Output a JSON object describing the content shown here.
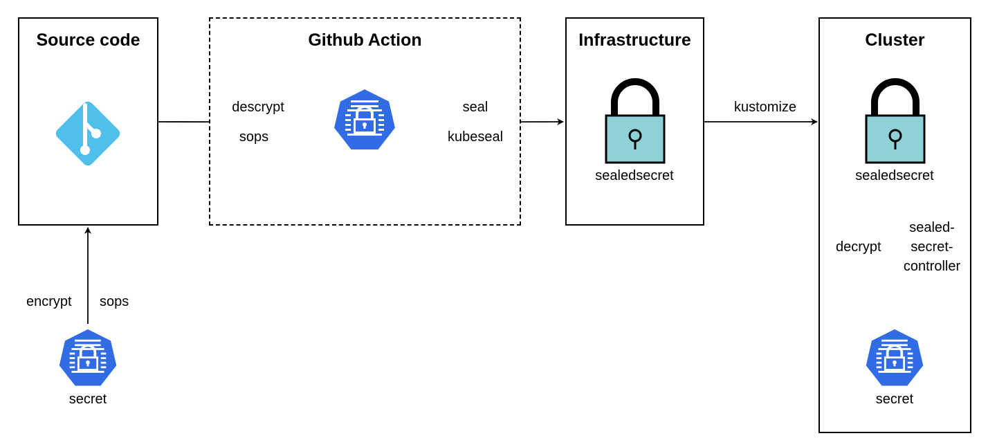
{
  "boxes": {
    "source_code": {
      "title": "Source code"
    },
    "github_action": {
      "title": "Github Action"
    },
    "infrastructure": {
      "title": "Infrastructure",
      "icon_label": "sealedsecret"
    },
    "cluster": {
      "title": "Cluster",
      "icon_label": "sealedsecret"
    }
  },
  "edges": {
    "source_to_action": {
      "top": "descrypt",
      "bottom": "sops"
    },
    "action_to_infra": {
      "top": "seal",
      "bottom": "kubeseal"
    },
    "infra_to_cluster": {
      "top": "kustomize"
    },
    "secret_to_source": {
      "left": "encrypt",
      "right": "sops"
    },
    "cluster_decrypt": {
      "left": "decrypt",
      "right_lines": [
        "sealed-",
        "secret-",
        "controller"
      ]
    }
  },
  "nodes": {
    "bottom_left_secret": {
      "label": "secret"
    },
    "cluster_secret": {
      "label": "secret"
    }
  },
  "icons": {
    "git": "git-icon",
    "k8s_secret": "kubernetes-secret-icon",
    "padlock": "padlock-icon"
  },
  "colors": {
    "git": "#4FC0EC",
    "k8s_blue": "#326CE5",
    "padlock_body": "#8ED1D7",
    "stroke": "#000000"
  }
}
